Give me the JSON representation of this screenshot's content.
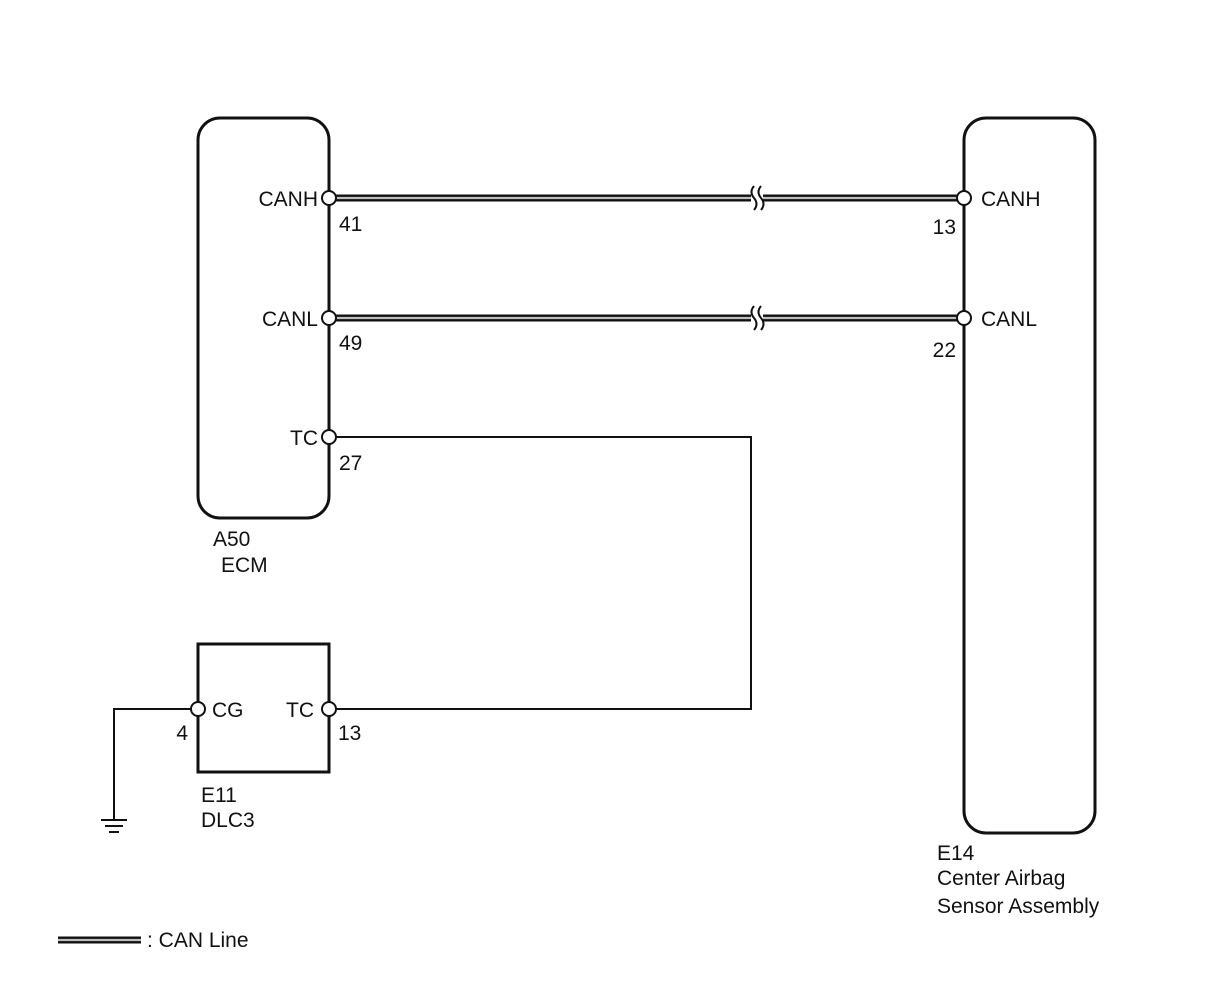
{
  "components": {
    "ecm": {
      "code": "A50",
      "name": "ECM"
    },
    "airbag": {
      "code": "E14",
      "name_line1": "Center Airbag",
      "name_line2": "Sensor Assembly"
    },
    "dlc3": {
      "code": "E11",
      "name": "DLC3"
    }
  },
  "pins": {
    "ecm_canh": {
      "label": "CANH",
      "number": "41"
    },
    "ecm_canl": {
      "label": "CANL",
      "number": "49"
    },
    "ecm_tc": {
      "label": "TC",
      "number": "27"
    },
    "airbag_canh": {
      "label": "CANH",
      "number": "13"
    },
    "airbag_canl": {
      "label": "CANL",
      "number": "22"
    },
    "dlc3_cg": {
      "label": "CG",
      "number": "4"
    },
    "dlc3_tc": {
      "label": "TC",
      "number": "13"
    }
  },
  "legend": {
    "text": ": CAN Line"
  }
}
